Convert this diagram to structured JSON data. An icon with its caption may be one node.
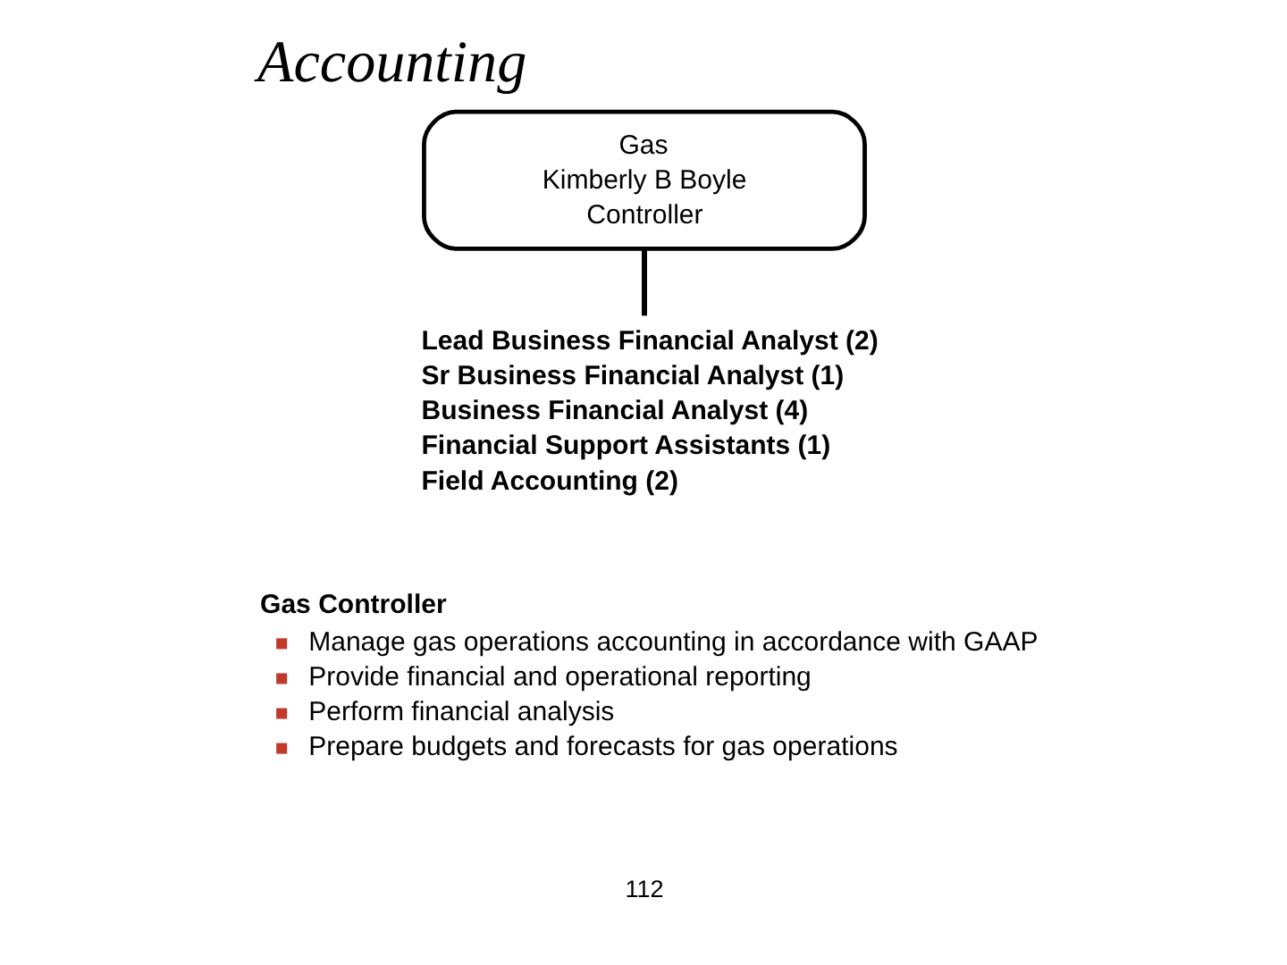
{
  "diagram": {
    "title": "Accounting",
    "nodes": [
      {
        "text": [
          "Gas",
          "Kimberly B Boyle",
          "Controller"
        ]
      },
      {
        "text": [
          "Lead Business Financial Analyst (2)",
          "Sr Business Financial Analyst (1)",
          "Business Financial Analyst (4)",
          "Financial Support Assistants (1)",
          "Field Accounting (2)"
        ]
      }
    ],
    "edges": [
      {
        "from": 0,
        "to": 1,
        "arrow": "none"
      }
    ],
    "labels": [
      "Gas Controller",
      "Manage gas operations accounting in accordance with GAAP",
      "Provide financial and operational reporting",
      "Perform financial analysis",
      "Prepare budgets and forecasts for gas operations",
      "112"
    ]
  }
}
